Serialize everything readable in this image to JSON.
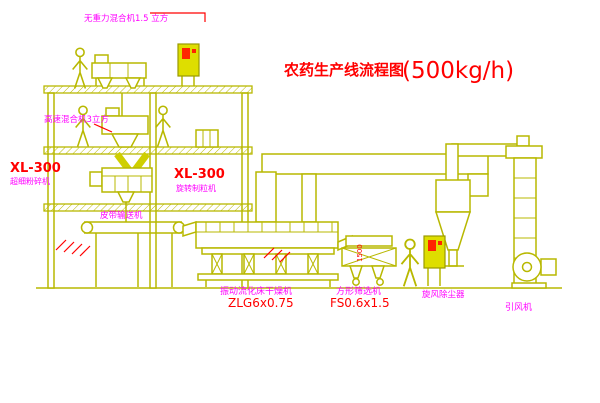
{
  "title": {
    "name": "农药生产线流程图",
    "capacity": "(500kg/h)"
  },
  "labels": {
    "top_mixer": "无重力混合机1.5 立方",
    "high_speed_mixer": "高速混合机3立方",
    "granulator_left_model": "XL-300",
    "granulator_left_name": "超细粉碎机",
    "granulator_mid_model": "XL-300",
    "granulator_mid_name": "旋转制粒机",
    "belt_conveyor": "皮带输送机",
    "dryer_name": "振动流化床干燥机",
    "dryer_model": "ZLG6x0.75",
    "sieve_name": "方形筛选机",
    "sieve_model": "FS0.6x1.5",
    "sieve_dimension": "1500",
    "cyclone": "旋风除尘器",
    "fan": "引风机"
  },
  "colors": {
    "line_yellow": "#b8b800",
    "panel_yellow": "#dede00",
    "text_red": "#ff0000",
    "text_magenta": "#ff00ff",
    "background": "#ffffff"
  }
}
